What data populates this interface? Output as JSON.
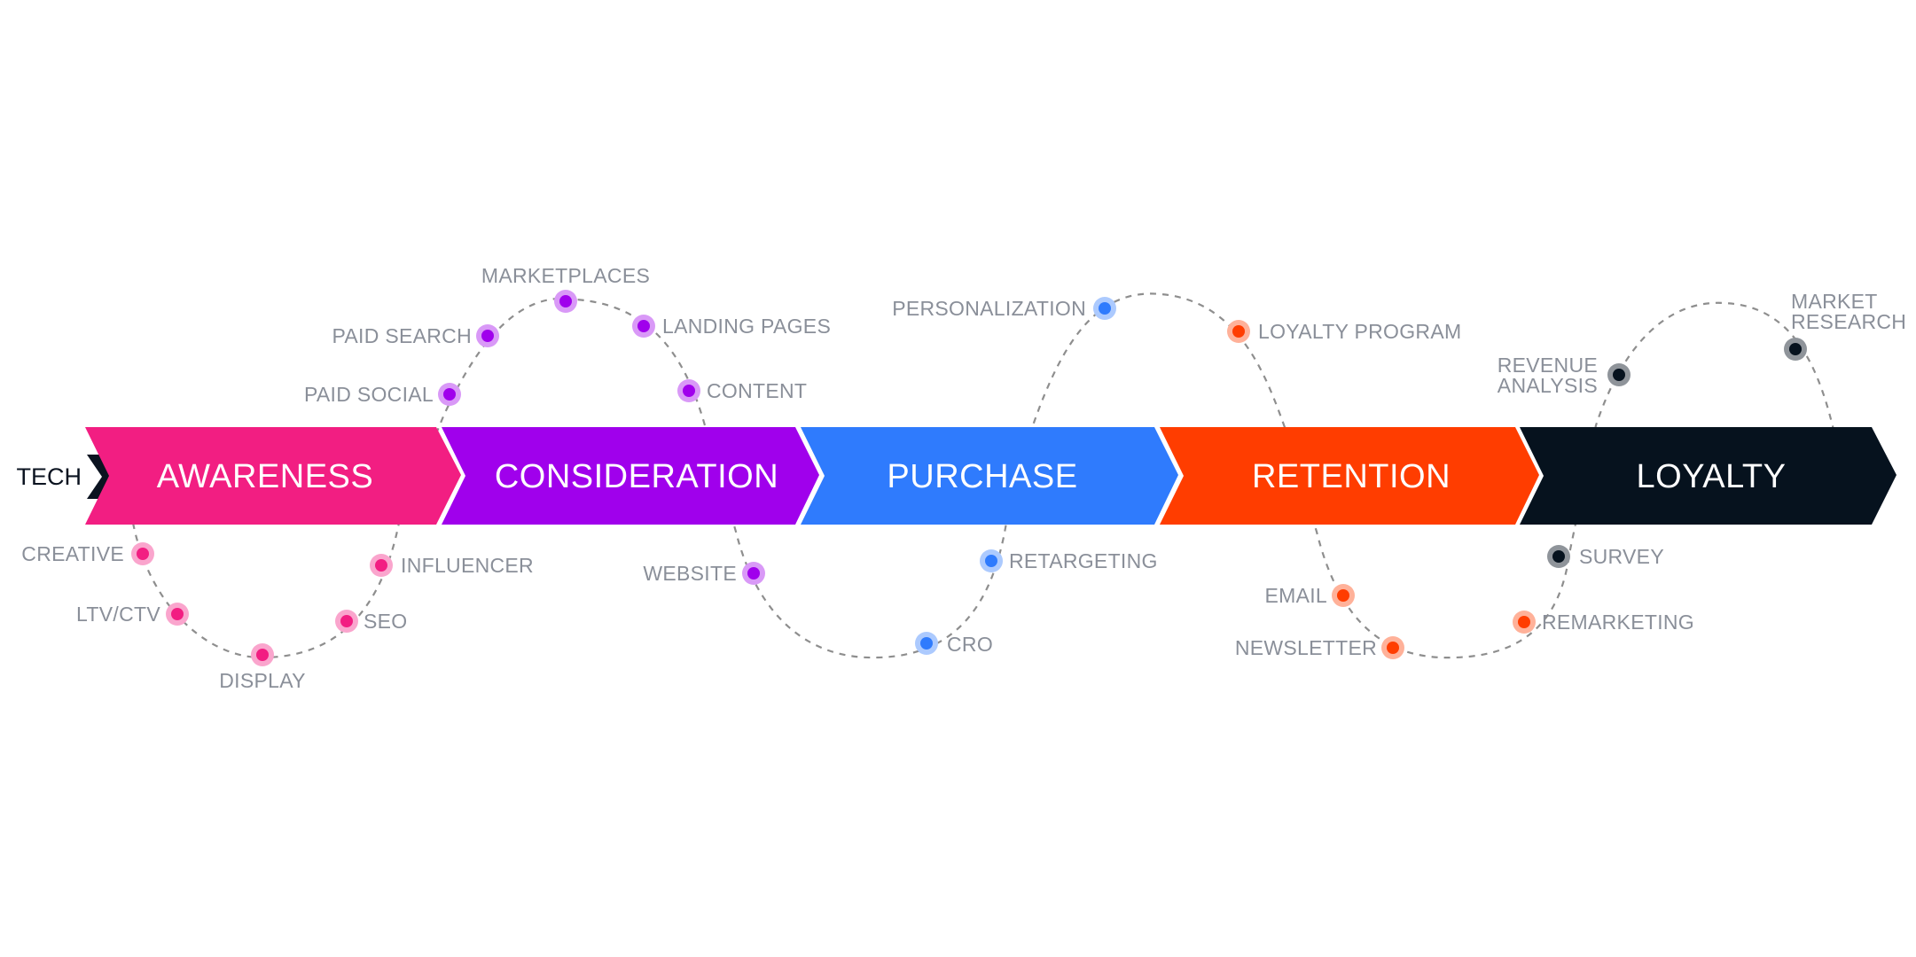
{
  "lead": {
    "label": "TECH",
    "color": "#0b1320"
  },
  "stages": [
    {
      "id": "awareness",
      "label": "AWARENESS",
      "color": "#f21e82"
    },
    {
      "id": "consideration",
      "label": "CONSIDERATION",
      "color": "#a000ec"
    },
    {
      "id": "purchase",
      "label": "PURCHASE",
      "color": "#2f7bfd"
    },
    {
      "id": "retention",
      "label": "RETENTION",
      "color": "#ff3d00"
    },
    {
      "id": "loyalty",
      "label": "LOYALTY",
      "color": "#06121e"
    }
  ],
  "touchpoints": [
    {
      "id": "creative",
      "label": [
        "CREATIVE"
      ],
      "stage": "awareness"
    },
    {
      "id": "ltv-ctv",
      "label": [
        "LTV/CTV"
      ],
      "stage": "awareness"
    },
    {
      "id": "display",
      "label": [
        "DISPLAY"
      ],
      "stage": "awareness"
    },
    {
      "id": "seo",
      "label": [
        "SEO"
      ],
      "stage": "awareness"
    },
    {
      "id": "influencer",
      "label": [
        "INFLUENCER"
      ],
      "stage": "awareness"
    },
    {
      "id": "paid-social",
      "label": [
        "PAID SOCIAL"
      ],
      "stage": "consideration"
    },
    {
      "id": "paid-search",
      "label": [
        "PAID SEARCH"
      ],
      "stage": "consideration"
    },
    {
      "id": "marketplaces",
      "label": [
        "MARKETPLACES"
      ],
      "stage": "consideration"
    },
    {
      "id": "landing-pages",
      "label": [
        "LANDING PAGES"
      ],
      "stage": "consideration"
    },
    {
      "id": "content",
      "label": [
        "CONTENT"
      ],
      "stage": "consideration"
    },
    {
      "id": "website",
      "label": [
        "WEBSITE"
      ],
      "stage": "consideration"
    },
    {
      "id": "cro",
      "label": [
        "CRO"
      ],
      "stage": "purchase"
    },
    {
      "id": "retargeting",
      "label": [
        "RETARGETING"
      ],
      "stage": "purchase"
    },
    {
      "id": "personalization",
      "label": [
        "PERSONALIZATION"
      ],
      "stage": "purchase"
    },
    {
      "id": "loyalty-program",
      "label": [
        "LOYALTY PROGRAM"
      ],
      "stage": "retention"
    },
    {
      "id": "email",
      "label": [
        "EMAIL"
      ],
      "stage": "retention"
    },
    {
      "id": "newsletter",
      "label": [
        "NEWSLETTER"
      ],
      "stage": "retention"
    },
    {
      "id": "remarketing",
      "label": [
        "REMARKETING"
      ],
      "stage": "retention"
    },
    {
      "id": "survey",
      "label": [
        "SURVEY"
      ],
      "stage": "loyalty"
    },
    {
      "id": "revenue-analysis",
      "label": [
        "REVENUE",
        "ANALYSIS"
      ],
      "stage": "loyalty"
    },
    {
      "id": "market-research",
      "label": [
        "MARKET",
        "RESEARCH"
      ],
      "stage": "loyalty"
    }
  ]
}
